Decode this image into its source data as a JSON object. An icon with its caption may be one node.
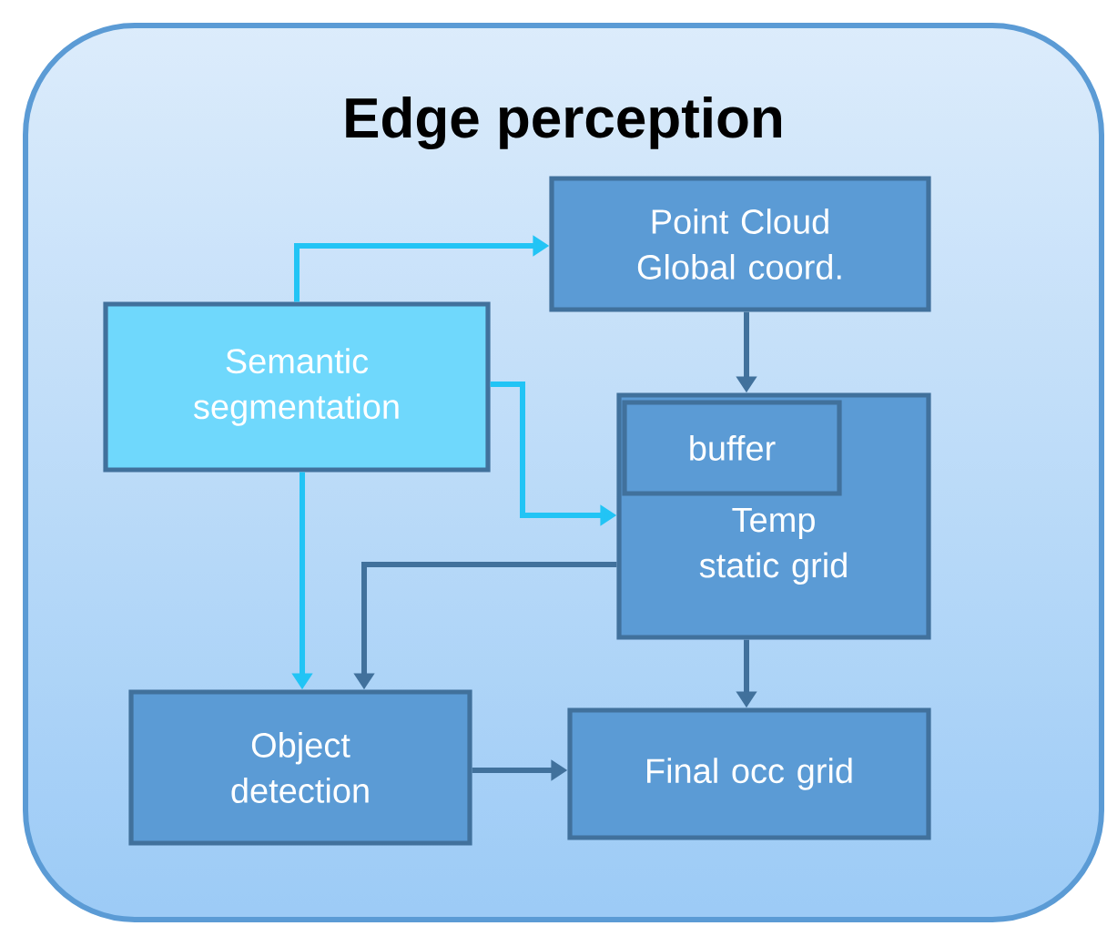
{
  "diagram": {
    "nodes": [
      {
        "text": [
          "Edge perception"
        ]
      },
      {
        "text": [
          "Point Cloud Global coord."
        ],
        "in": 0
      },
      {
        "text": [
          "Semantic segmentation"
        ],
        "in": 0
      },
      {
        "text": [
          "Temp static grid"
        ],
        "in": 0
      },
      {
        "text": [
          "buffer"
        ],
        "in": 3
      },
      {
        "text": [
          "Object detection"
        ],
        "in": 0
      },
      {
        "text": [
          "Final occ grid"
        ],
        "in": 0
      }
    ],
    "edges": [
      {
        "from": 2,
        "to": 1,
        "arrow": "to",
        "color": "#22c4f5"
      },
      {
        "from": 1,
        "to": 3,
        "arrow": "to"
      },
      {
        "from": 2,
        "to": 3,
        "arrow": "to",
        "color": "#22c4f5"
      },
      {
        "from": 3,
        "to": 5,
        "arrow": "to"
      },
      {
        "from": 2,
        "to": 5,
        "arrow": "to",
        "color": "#22c4f5"
      },
      {
        "from": 3,
        "to": 6,
        "arrow": "to"
      },
      {
        "from": 5,
        "to": 6,
        "arrow": "to"
      }
    ]
  }
}
